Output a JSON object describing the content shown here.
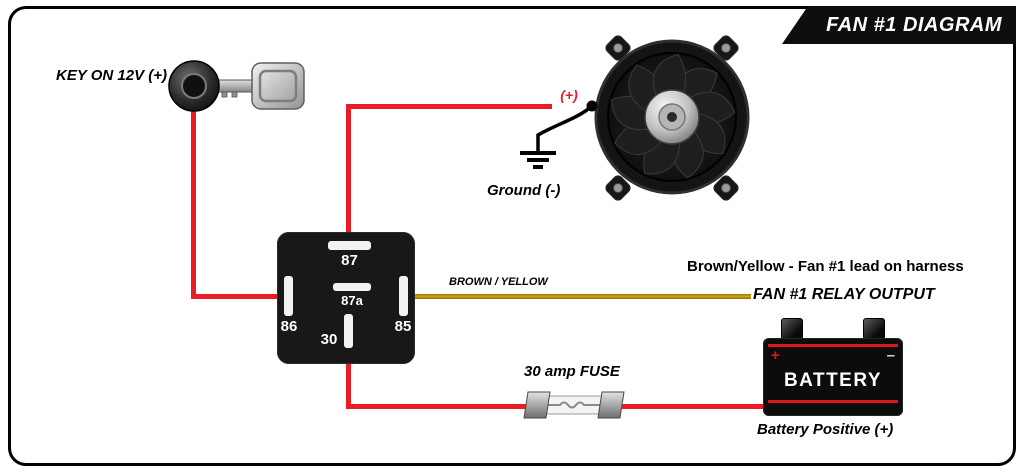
{
  "banner": {
    "title": "FAN #1 DIAGRAM"
  },
  "labels": {
    "key_power": "KEY ON 12V (+)",
    "fan_positive": "(+)",
    "ground": "Ground (-)",
    "wire_color": "BROWN / YELLOW",
    "harness_note": "Brown/Yellow - Fan #1 lead on harness",
    "relay_output": "FAN #1 RELAY OUTPUT",
    "fuse": "30 amp FUSE",
    "battery_positive": "Battery Positive (+)"
  },
  "battery": {
    "name": "BATTERY",
    "plus": "+",
    "minus": "–"
  },
  "relay": {
    "pins": {
      "p87": "87",
      "p87a": "87a",
      "p86": "86",
      "p85": "85",
      "p30": "30"
    }
  },
  "colors": {
    "wire_red": "#ec1c24",
    "wire_brown_yellow": "#c9940f",
    "wire_black": "#000000",
    "relay_body": "#181818",
    "banner_bg": "#0e0e0e",
    "label_red": "#ec1c24"
  }
}
